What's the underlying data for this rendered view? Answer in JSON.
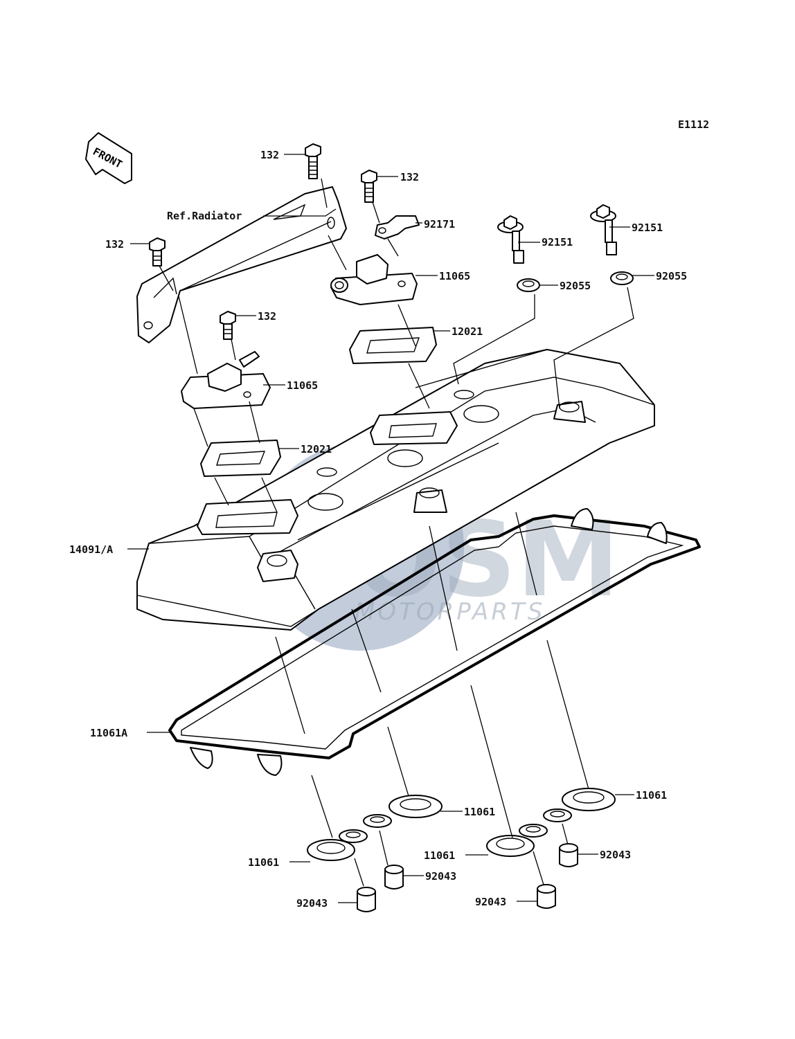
{
  "diagram_code": "E1112",
  "front_marker": "FRONT",
  "watermark": {
    "logo": "OSM",
    "sub": "MOTORPARTS"
  },
  "labels": {
    "bolt_top": "132",
    "bolt_mid": "132",
    "bolt_left": "132",
    "bolt_lower": "132",
    "ref_radiator": "Ref.Radiator",
    "clamp": "92171",
    "bolt_a": "92151",
    "bolt_b": "92151",
    "washer_a": "92055",
    "washer_b": "92055",
    "cap_right": "11065",
    "cap_left": "11065",
    "plate_right": "12021",
    "plate_left": "12021",
    "head_cover": "14091/A",
    "gasket": "11061A",
    "seal_1": "11061",
    "seal_2": "11061",
    "seal_3": "11061",
    "seal_4": "11061",
    "collar_1": "92043",
    "collar_2": "92043",
    "collar_3": "92043",
    "collar_4": "92043"
  }
}
